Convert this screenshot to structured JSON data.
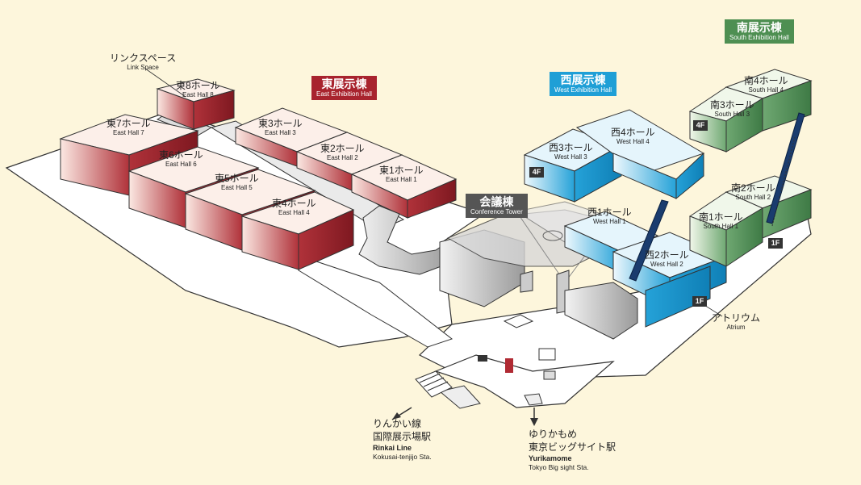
{
  "colors": {
    "east": "#a8232e",
    "west": "#1f9fd6",
    "south": "#4e8f52",
    "conference": "#555555",
    "background": "#fdf6dc"
  },
  "tags": {
    "east": {
      "jp": "東展示棟",
      "en": "East Exhibition Hall"
    },
    "west": {
      "jp": "西展示棟",
      "en": "West Exhibition Hall"
    },
    "south": {
      "jp": "南展示棟",
      "en": "South Exhibition Hall"
    },
    "conference": {
      "jp": "会議棟",
      "en": "Conference Tower"
    }
  },
  "link_space": {
    "jp": "リンクスペース",
    "en": "Link Space"
  },
  "halls": {
    "east8": {
      "jp": "東8ホール",
      "en": "East Hall 8"
    },
    "east7": {
      "jp": "東7ホール",
      "en": "East Hall 7"
    },
    "east6": {
      "jp": "東6ホール",
      "en": "East Hall 6"
    },
    "east5": {
      "jp": "東5ホール",
      "en": "East Hall 5"
    },
    "east4": {
      "jp": "東4ホール",
      "en": "East Hall 4"
    },
    "east3": {
      "jp": "東3ホール",
      "en": "East Hall 3"
    },
    "east2": {
      "jp": "東2ホール",
      "en": "East Hall 2"
    },
    "east1": {
      "jp": "東1ホール",
      "en": "East Hall 1"
    },
    "west3": {
      "jp": "西3ホール",
      "en": "West Hall 3"
    },
    "west4": {
      "jp": "西4ホール",
      "en": "West Hall 4"
    },
    "west1": {
      "jp": "西1ホール",
      "en": "West Hall 1"
    },
    "west2": {
      "jp": "西2ホール",
      "en": "West Hall 2"
    },
    "south4": {
      "jp": "南4ホール",
      "en": "South Hall 4"
    },
    "south3": {
      "jp": "南3ホール",
      "en": "South Hall 3"
    },
    "south2": {
      "jp": "南2ホール",
      "en": "South Hall 2"
    },
    "south1": {
      "jp": "南1ホール",
      "en": "South Hall 1"
    }
  },
  "floors": {
    "west4f": "4F",
    "south4f": "4F",
    "south1f": "1F",
    "west1f": "1F"
  },
  "atrium": {
    "jp": "アトリウム",
    "en": "Atrium"
  },
  "stations": {
    "rinkai": {
      "line_jp": "りんかい線",
      "station_jp": "国際展示場駅",
      "line_en": "Rinkai Line",
      "station_en": "Kokusai-tenjijo Sta."
    },
    "yurikamome": {
      "line_jp": "ゆりかもめ",
      "station_jp": "東京ビッグサイト駅",
      "line_en": "Yurikamome",
      "station_en": "Tokyo Big sight Sta."
    }
  }
}
